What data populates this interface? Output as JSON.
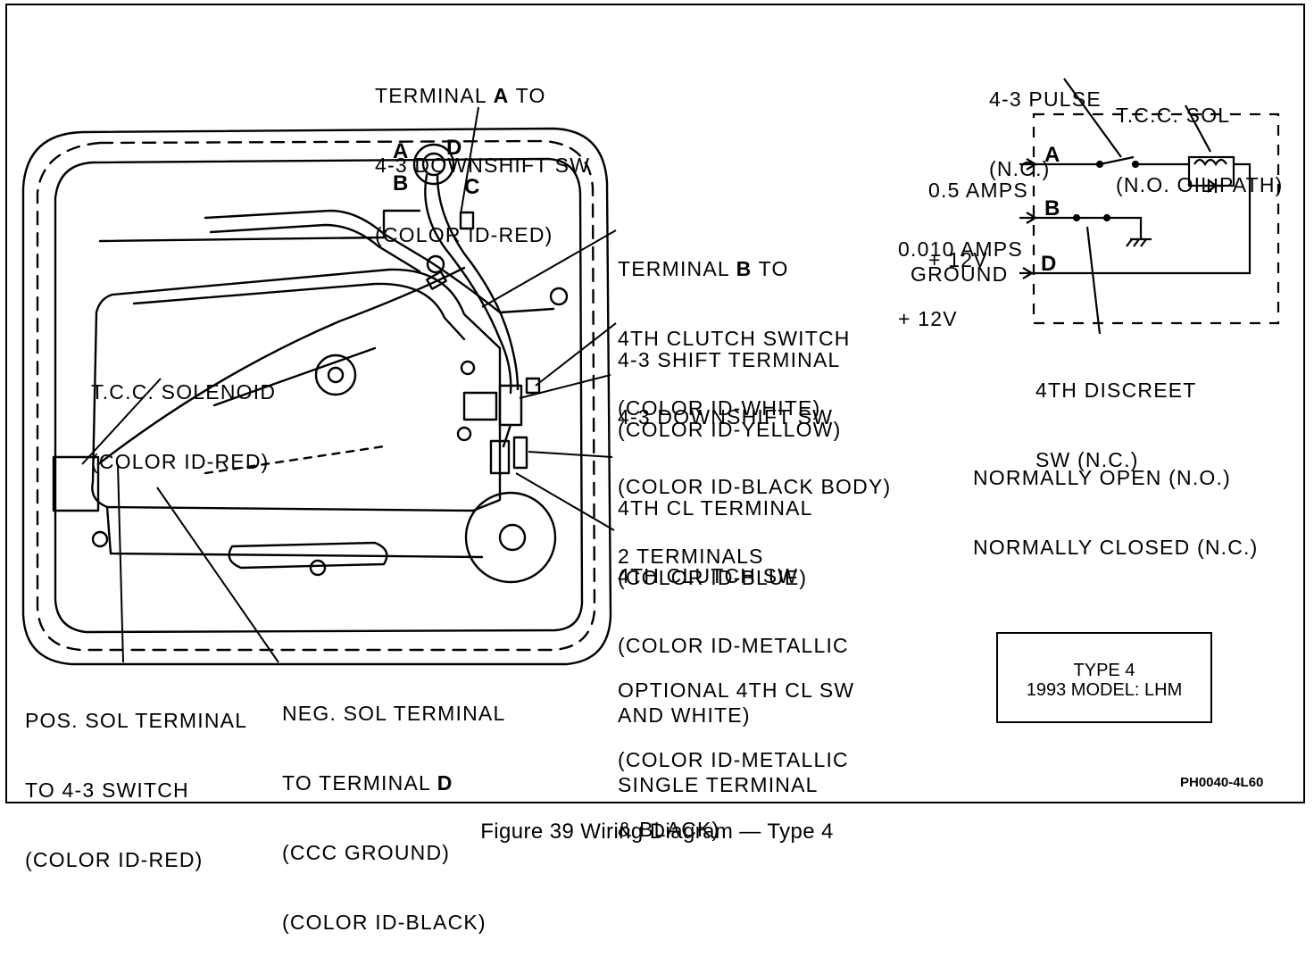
{
  "labels": {
    "terminal_a": [
      "TERMINAL ",
      "A",
      " TO",
      "4-3 DOWNSHIFT SW",
      "(COLOR ID-RED)"
    ],
    "terminal_b": [
      "TERMINAL ",
      "B",
      " TO",
      "4TH CLUTCH SWITCH",
      "(COLOR ID-WHITE)"
    ],
    "shift_terminal": [
      "4-3 SHIFT TERMINAL",
      "(COLOR ID-YELLOW)"
    ],
    "downshift_sw": [
      "4-3 DOWNSHIFT SW",
      "(COLOR ID-BLACK BODY)",
      "2 TERMINALS"
    ],
    "cl_terminal": [
      "4TH CL TERMINAL",
      "(COLOR ID-BLUE)"
    ],
    "clutch_sw": [
      "4TH CLUTCH SW",
      "(COLOR ID-METALLIC",
      "AND WHITE)",
      "SINGLE TERMINAL"
    ],
    "optional_sw": [
      "OPTIONAL 4TH CL SW",
      "(COLOR ID-METALLIC",
      "& BLACK)"
    ],
    "tcc_solenoid": [
      "T.C.C. SOLENOID",
      "(COLOR ID-RED)"
    ],
    "pos_sol": [
      "POS. SOL TERMINAL",
      "TO 4-3 SWITCH",
      "(COLOR ID-RED)"
    ],
    "neg_sol": [
      "NEG. SOL TERMINAL",
      "TO TERMINAL ",
      "D",
      "(CCC GROUND)",
      "(COLOR ID-BLACK)"
    ]
  },
  "connector_letters": [
    "A",
    "B",
    "C",
    "D"
  ],
  "schematic": {
    "pulse": [
      "4-3 PULSE",
      "(N.C.)"
    ],
    "tcc_sol": [
      "T.C.C. SOL",
      "(N.O. OIL PATH)"
    ],
    "amps_a": [
      "0.5 AMPS",
      "+ 12V"
    ],
    "amps_b": [
      "0.010 AMPS",
      "+ 12V"
    ],
    "ground": "GROUND",
    "term_a": "A",
    "term_b": "B",
    "term_d": "D",
    "discreet": [
      "4TH DISCREET",
      "SW (N.C.)"
    ]
  },
  "legend": [
    "NORMALLY OPEN (N.O.)",
    "NORMALLY CLOSED (N.C.)"
  ],
  "type_box": [
    "TYPE 4",
    "1993 MODEL: LHM"
  ],
  "figure_code": "PH0040-4L60",
  "caption": "Figure 39 Wiring Diagram — Type 4"
}
